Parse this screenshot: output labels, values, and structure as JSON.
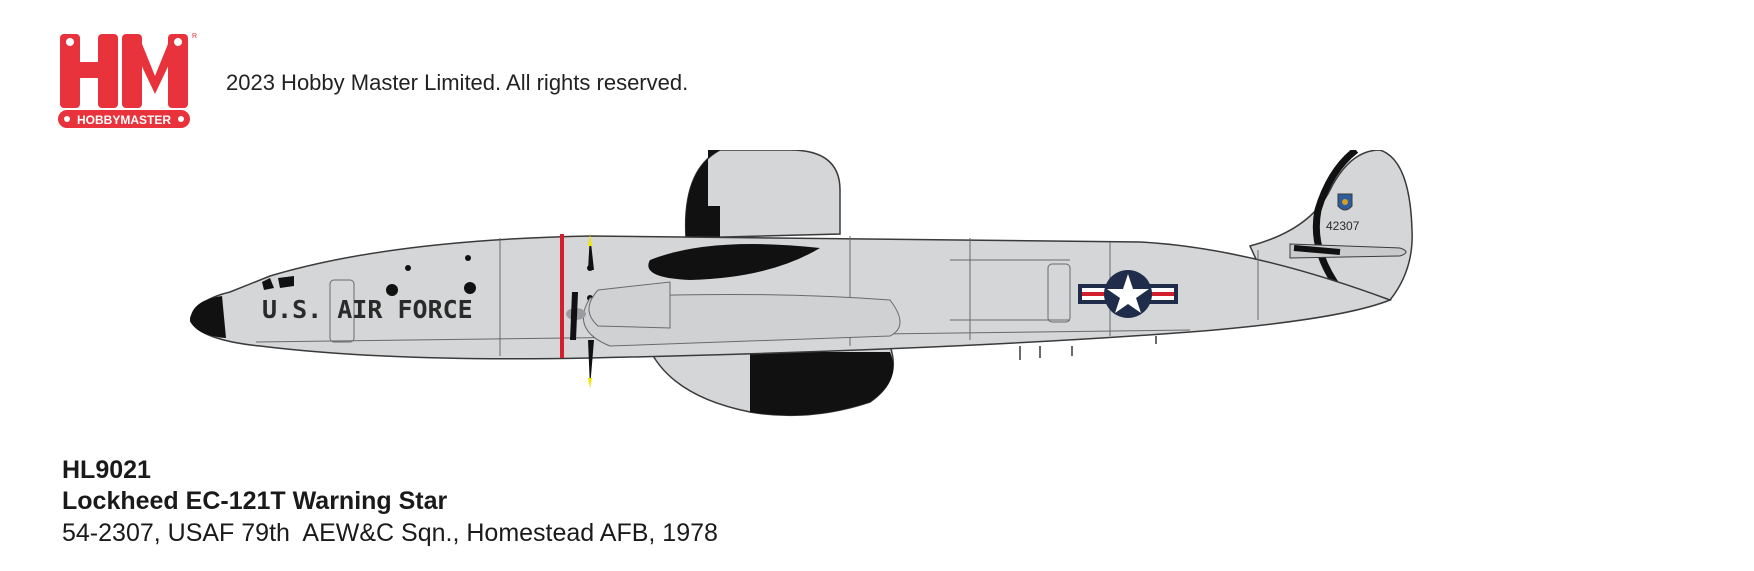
{
  "brand": {
    "logo_text": "HM",
    "logo_subtext": "HOBBYMASTER",
    "registered_mark": "R",
    "copyright": "2023 Hobby Master Limited. All rights reserved."
  },
  "aircraft": {
    "fuselage_lettering": "U.S. AIR FORCE",
    "tail_number": "42307",
    "colors": {
      "body": "#d4d6d8",
      "outline": "#3a3a3a",
      "black": "#111111",
      "roundel_blue": "#1f2d4a",
      "roundel_red": "#d21f2b",
      "prop_tip": "#f2e600"
    }
  },
  "product": {
    "code": "HL9021",
    "name": "Lockheed EC-121T Warning Star",
    "description": "54-2307, USAF 79th  AEW&C Sqn., Homestead AFB, 1978"
  },
  "colors": {
    "brand_red": "#e8323c",
    "text": "#1a1a1a"
  }
}
